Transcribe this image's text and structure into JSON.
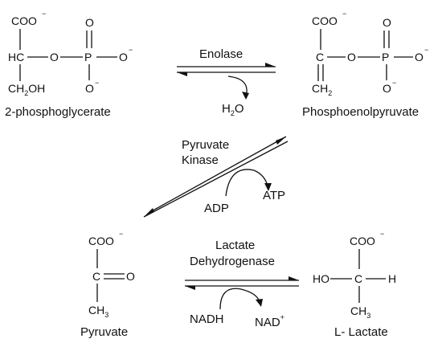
{
  "compounds": {
    "pg2": {
      "coo": "COO",
      "charge": "−",
      "hc": "HC",
      "o1": "O",
      "p": "P",
      "o_top": "O",
      "o_right": "O",
      "o_bottom": "O",
      "ch2oh": "CH",
      "ch2oh_sub": "2",
      "ch2oh_tail": "OH",
      "name": "2-phosphoglycerate"
    },
    "pep": {
      "coo": "COO",
      "charge": "−",
      "c": "C",
      "o1": "O",
      "p": "P",
      "o_top": "O",
      "o_right": "O",
      "o_bottom": "O",
      "ch2": "CH",
      "ch2_sub": "2",
      "name": "Phosphoenolpyruvate"
    },
    "pyruvate": {
      "coo": "COO",
      "charge": "−",
      "c": "C",
      "o": "O",
      "ch3": "CH",
      "ch3_sub": "3",
      "name": "Pyruvate"
    },
    "lactate": {
      "coo": "COO",
      "charge": "−",
      "ho": "HO",
      "c": "C",
      "h": "H",
      "ch3": "CH",
      "ch3_sub": "3",
      "name": "L- Lactate"
    }
  },
  "reactions": {
    "enolase": {
      "enzyme": "Enolase",
      "product": "H",
      "product_sub": "2",
      "product_tail": "O"
    },
    "pyruvate_kinase": {
      "enzyme_line1": "Pyruvate",
      "enzyme_line2": "Kinase",
      "cof_in": "ADP",
      "cof_out": "ATP"
    },
    "ldh": {
      "enzyme_line1": "Lactate",
      "enzyme_line2": "Dehydrogenase",
      "cof_in": "NADH",
      "cof_out": "NAD",
      "cof_out_sup": "+"
    }
  },
  "colors": {
    "ink": "#111111",
    "background": "#ffffff"
  }
}
